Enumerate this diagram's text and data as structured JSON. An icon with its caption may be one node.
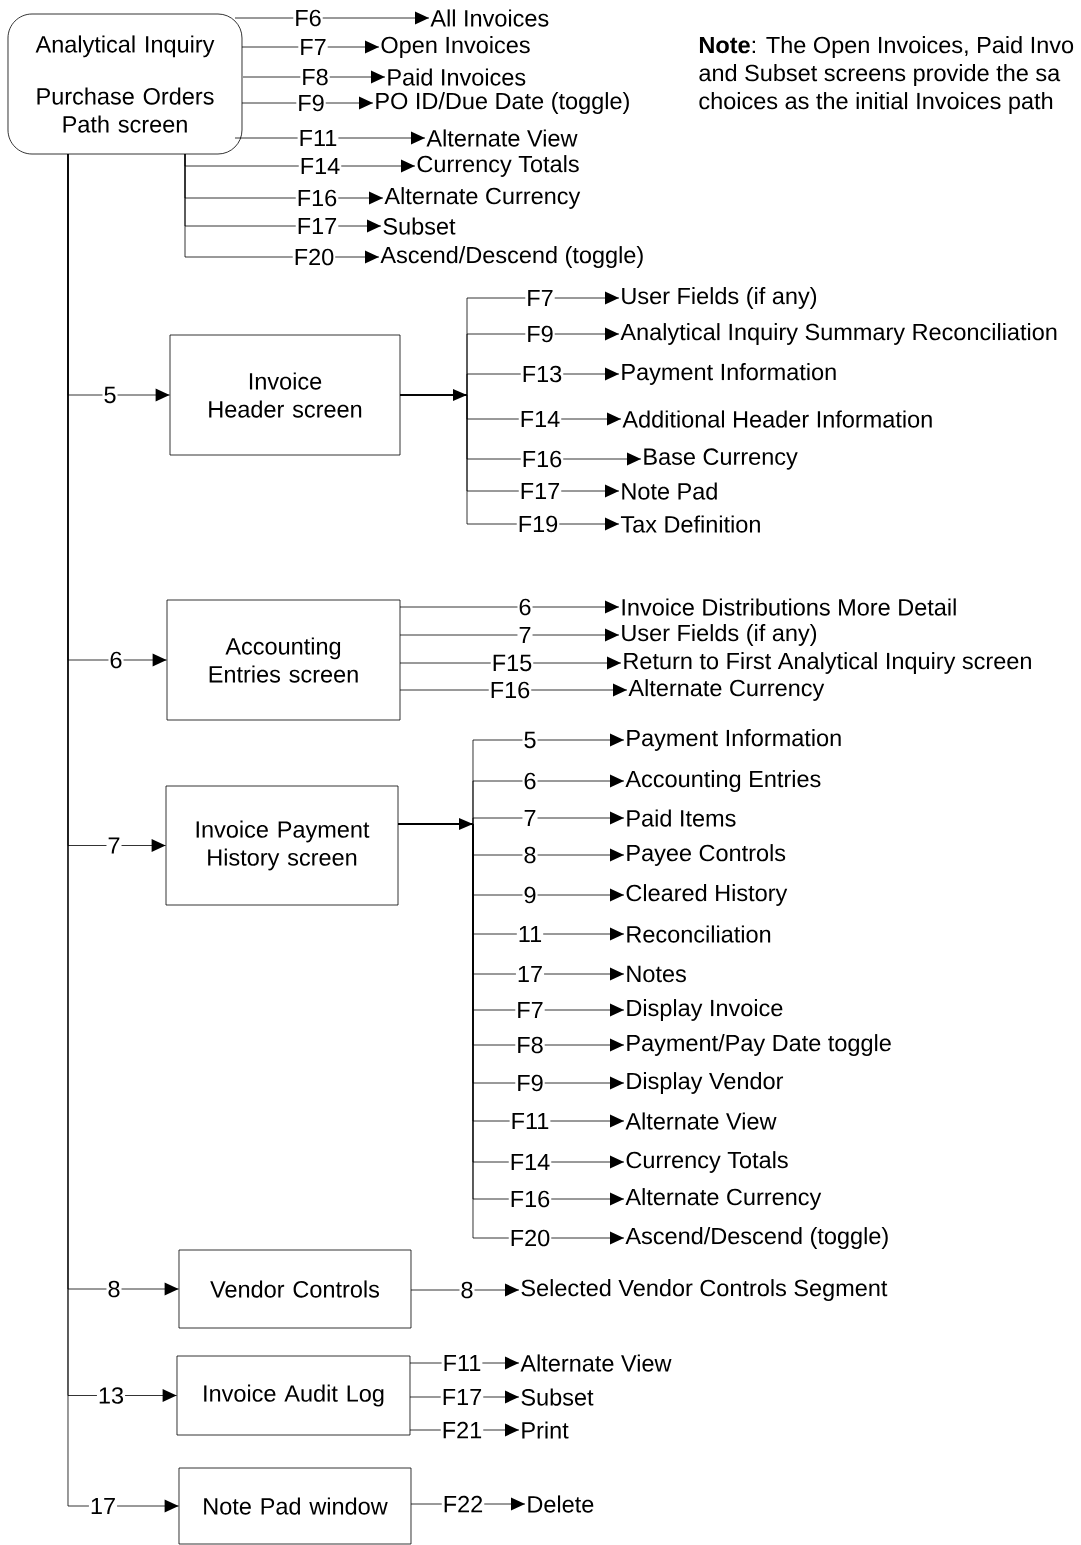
{
  "diagram": {
    "nodes": [
      {
        "text": [
          "Analytical Inquiry",
          "Purchase Orders Path screen"
        ]
      },
      {
        "text": [
          "All Invoices"
        ]
      },
      {
        "text": [
          "Open Invoices"
        ]
      },
      {
        "text": [
          "Paid Invoices"
        ]
      },
      {
        "text": [
          "PO ID/Due Date (toggle)"
        ]
      },
      {
        "text": [
          "Alternate View"
        ]
      },
      {
        "text": [
          "Currency Totals"
        ]
      },
      {
        "text": [
          "Alternate Currency"
        ]
      },
      {
        "text": [
          "Subset"
        ]
      },
      {
        "text": [
          "Ascend/Descend (toggle)"
        ]
      },
      {
        "text": [
          "Invoice Header screen"
        ]
      },
      {
        "text": [
          "User Fields (if any)"
        ]
      },
      {
        "text": [
          "Analytical Inquiry Summary Reconciliation"
        ]
      },
      {
        "text": [
          "Payment Information"
        ]
      },
      {
        "text": [
          "Additional Header Information"
        ]
      },
      {
        "text": [
          "Base Currency"
        ]
      },
      {
        "text": [
          "Note Pad"
        ]
      },
      {
        "text": [
          "Tax Definition"
        ]
      },
      {
        "text": [
          "Accounting Entries screen"
        ]
      },
      {
        "text": [
          "Invoice Distributions More Detail"
        ]
      },
      {
        "text": [
          "User Fields (if any)"
        ]
      },
      {
        "text": [
          "Return to First Analytical Inquiry screen"
        ]
      },
      {
        "text": [
          "Alternate Currency"
        ]
      },
      {
        "text": [
          "Invoice Payment History screen"
        ]
      },
      {
        "text": [
          "Payment Information"
        ]
      },
      {
        "text": [
          "Accounting Entries"
        ]
      },
      {
        "text": [
          "Paid Items"
        ]
      },
      {
        "text": [
          "Payee Controls"
        ]
      },
      {
        "text": [
          "Cleared History"
        ]
      },
      {
        "text": [
          "Reconciliation"
        ]
      },
      {
        "text": [
          "Notes"
        ]
      },
      {
        "text": [
          "Display Invoice"
        ]
      },
      {
        "text": [
          "Payment/Pay Date toggle"
        ]
      },
      {
        "text": [
          "Display Vendor"
        ]
      },
      {
        "text": [
          "Alternate View"
        ]
      },
      {
        "text": [
          "Currency Totals"
        ]
      },
      {
        "text": [
          "Alternate Currency"
        ]
      },
      {
        "text": [
          "Ascend/Descend (toggle)"
        ]
      },
      {
        "text": [
          "Vendor Controls"
        ]
      },
      {
        "text": [
          "Selected Vendor Controls Segment"
        ]
      },
      {
        "text": [
          "Invoice Audit Log"
        ]
      },
      {
        "text": [
          "Alternate View"
        ]
      },
      {
        "text": [
          "Subset"
        ]
      },
      {
        "text": [
          "Print"
        ]
      },
      {
        "text": [
          "Note Pad window"
        ]
      },
      {
        "text": [
          "Delete"
        ]
      }
    ],
    "edges": [
      {
        "from": 0,
        "to": 1,
        "arrow": "to",
        "label": "F6"
      },
      {
        "from": 0,
        "to": 2,
        "arrow": "to",
        "label": "F7"
      },
      {
        "from": 0,
        "to": 3,
        "arrow": "to",
        "label": "F8"
      },
      {
        "from": 0,
        "to": 4,
        "arrow": "to",
        "label": "F9"
      },
      {
        "from": 0,
        "to": 5,
        "arrow": "to",
        "label": "F11"
      },
      {
        "from": 0,
        "to": 6,
        "arrow": "to",
        "label": "F14"
      },
      {
        "from": 0,
        "to": 7,
        "arrow": "to",
        "label": "F16"
      },
      {
        "from": 0,
        "to": 8,
        "arrow": "to",
        "label": "F17"
      },
      {
        "from": 0,
        "to": 9,
        "arrow": "to",
        "label": "F20"
      },
      {
        "from": 0,
        "to": 10,
        "arrow": "to",
        "label": "5"
      },
      {
        "from": 10,
        "to": 11,
        "arrow": "to",
        "label": "F7"
      },
      {
        "from": 10,
        "to": 12,
        "arrow": "to",
        "label": "F9"
      },
      {
        "from": 10,
        "to": 13,
        "arrow": "to",
        "label": "F13"
      },
      {
        "from": 10,
        "to": 14,
        "arrow": "to",
        "label": "F14"
      },
      {
        "from": 10,
        "to": 15,
        "arrow": "to",
        "label": "F16"
      },
      {
        "from": 10,
        "to": 16,
        "arrow": "to",
        "label": "F17"
      },
      {
        "from": 10,
        "to": 17,
        "arrow": "to",
        "label": "F19"
      },
      {
        "from": 0,
        "to": 18,
        "arrow": "to",
        "label": "6"
      },
      {
        "from": 18,
        "to": 19,
        "arrow": "to",
        "label": "6"
      },
      {
        "from": 18,
        "to": 20,
        "arrow": "to",
        "label": "7"
      },
      {
        "from": 18,
        "to": 21,
        "arrow": "to",
        "label": "F15"
      },
      {
        "from": 18,
        "to": 22,
        "arrow": "to",
        "label": "F16"
      },
      {
        "from": 0,
        "to": 23,
        "arrow": "to",
        "label": "7"
      },
      {
        "from": 23,
        "to": 24,
        "arrow": "to",
        "label": "5"
      },
      {
        "from": 23,
        "to": 25,
        "arrow": "to",
        "label": "6"
      },
      {
        "from": 23,
        "to": 26,
        "arrow": "to",
        "label": "7"
      },
      {
        "from": 23,
        "to": 27,
        "arrow": "to",
        "label": "8"
      },
      {
        "from": 23,
        "to": 28,
        "arrow": "to",
        "label": "9"
      },
      {
        "from": 23,
        "to": 29,
        "arrow": "to",
        "label": "11"
      },
      {
        "from": 23,
        "to": 30,
        "arrow": "to",
        "label": "17"
      },
      {
        "from": 23,
        "to": 31,
        "arrow": "to",
        "label": "F7"
      },
      {
        "from": 23,
        "to": 32,
        "arrow": "to",
        "label": "F8"
      },
      {
        "from": 23,
        "to": 33,
        "arrow": "to",
        "label": "F9"
      },
      {
        "from": 23,
        "to": 34,
        "arrow": "to",
        "label": "F11"
      },
      {
        "from": 23,
        "to": 35,
        "arrow": "to",
        "label": "F14"
      },
      {
        "from": 23,
        "to": 36,
        "arrow": "to",
        "label": "F16"
      },
      {
        "from": 23,
        "to": 37,
        "arrow": "to",
        "label": "F20"
      },
      {
        "from": 0,
        "to": 38,
        "arrow": "to",
        "label": "8"
      },
      {
        "from": 38,
        "to": 39,
        "arrow": "to",
        "label": "8"
      },
      {
        "from": 0,
        "to": 40,
        "arrow": "to",
        "label": "13"
      },
      {
        "from": 40,
        "to": 41,
        "arrow": "to",
        "label": "F11"
      },
      {
        "from": 40,
        "to": 42,
        "arrow": "to",
        "label": "F17"
      },
      {
        "from": 40,
        "to": 43,
        "arrow": "to",
        "label": "F21"
      },
      {
        "from": 0,
        "to": 44,
        "arrow": "to",
        "label": "17"
      },
      {
        "from": 44,
        "to": 45,
        "arrow": "to",
        "label": "F22"
      }
    ],
    "labels": [
      "**Note**: The Open Invoices, Paid Invo",
      "and Subset screens provide the sa",
      "choices as the initial Invoices path"
    ]
  }
}
